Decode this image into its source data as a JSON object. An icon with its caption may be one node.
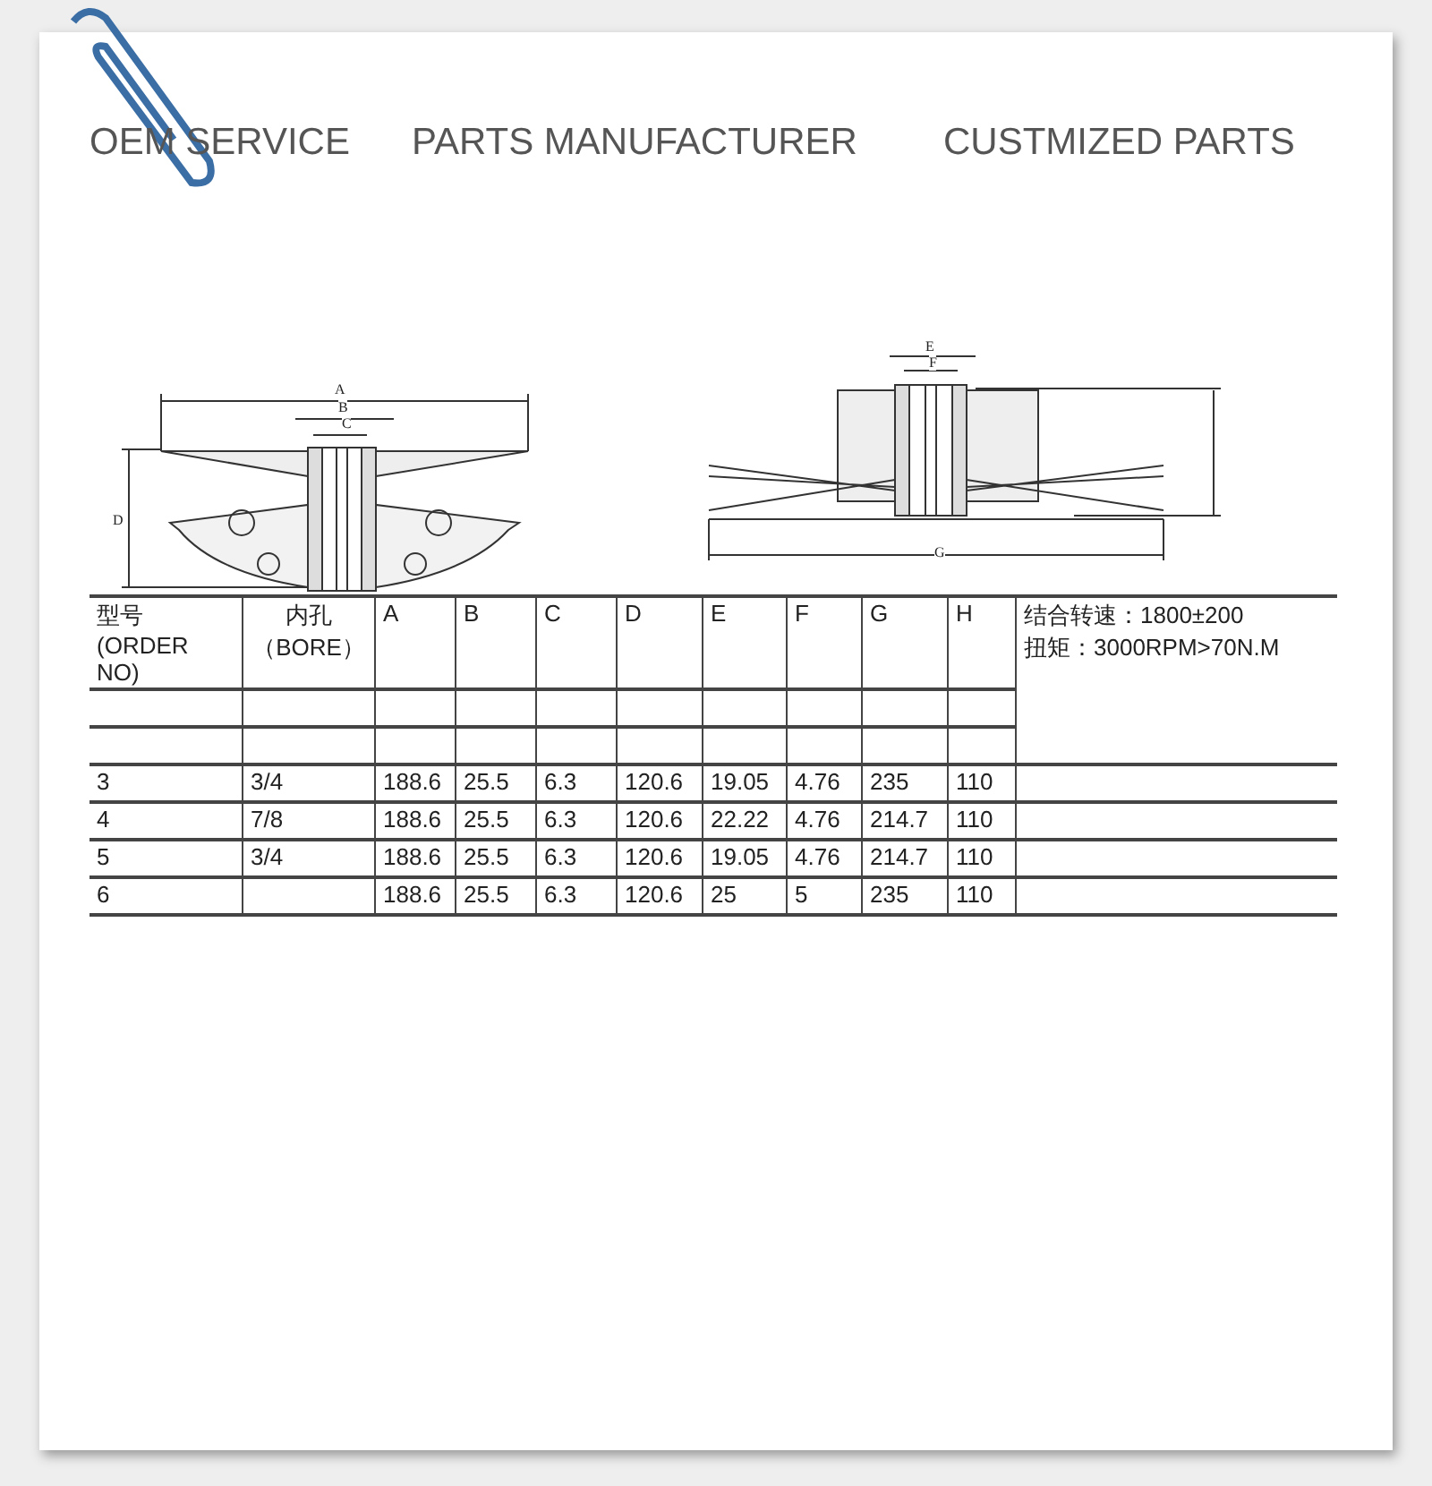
{
  "diagram": {
    "labels": [
      "OEM SERVICE",
      "PARTS MANUFACTURER",
      "CUSTMIZED PARTS",
      "A",
      "B",
      "C",
      "D",
      "E",
      "F",
      "G",
      "型号 (ORDER NO)",
      "内孔（BORE）",
      "A",
      "B",
      "C",
      "D",
      "E",
      "F",
      "G",
      "H",
      "结合转速：1800±200",
      "扭矩：3000RPM>70N.M",
      "3",
      "3/4",
      "188.6",
      "25.5",
      "6.3",
      "120.6",
      "19.05",
      "4.76",
      "235",
      "110",
      "4",
      "7/8",
      "188.6",
      "25.5",
      "6.3",
      "120.6",
      "22.22",
      "4.76",
      "214.7",
      "110",
      "5",
      "3/4",
      "188.6",
      "25.5",
      "6.3",
      "120.6",
      "19.05",
      "4.76",
      "214.7",
      "110",
      "6",
      "188.6",
      "25.5",
      "6.3",
      "120.6",
      "25",
      "5",
      "235",
      "110"
    ]
  }
}
